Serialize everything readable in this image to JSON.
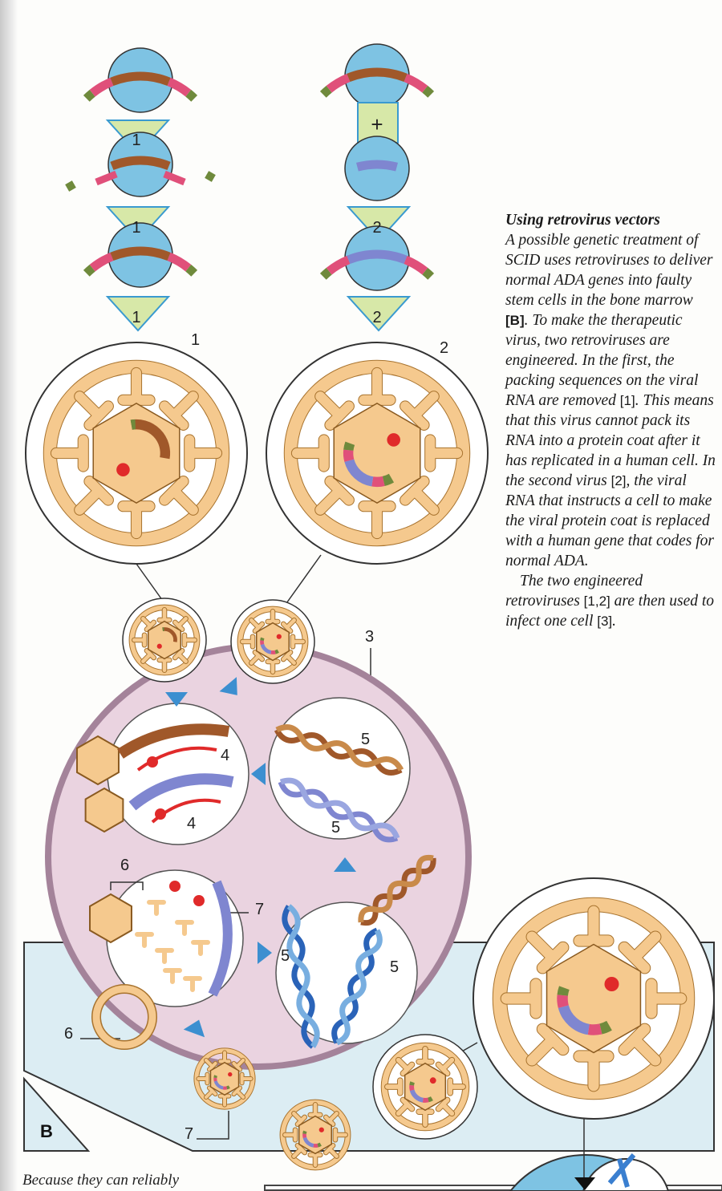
{
  "caption": {
    "title": "Using retrovirus vectors",
    "p1_a": "A possible genetic treatment of SCID uses retroviruses to deliver normal ADA genes into faulty stem cells in the bone marrow ",
    "p1_ref_b": "[B]",
    "p1_b": ". To make the therapeutic virus, two retroviruses are engineered. In the first, the packing sequences on the viral RNA are removed ",
    "p1_ref_1": "[1]",
    "p1_c": ". This means that this virus cannot pack its RNA into a protein coat after it has replicated in a human cell. In the second virus ",
    "p1_ref_2": "[2]",
    "p1_d": ", the viral RNA that instructs a cell to make the viral protein coat is replaced with a human gene that codes for normal ADA.",
    "p2_a": "The two engineered retroviruses ",
    "p2_ref_12": "[1,2]",
    "p2_b": " are then used to infect one cell ",
    "p2_ref_3": "[3]",
    "p2_c": "."
  },
  "diagram": {
    "panel_label": "B",
    "step_labels": {
      "tri_1a": "1",
      "tri_1b": "1",
      "tri_1c": "1",
      "plus": "+",
      "tri_2a": "2",
      "tri_2b": "2",
      "virus_1": "1",
      "virus_2": "2",
      "cell_3": "3",
      "step_4a": "4",
      "step_4b": "4",
      "step_5a": "5",
      "step_5b": "5",
      "step_5c": "5",
      "step_5d": "5",
      "step_6a": "6",
      "step_6b": "6",
      "step_7a": "7",
      "step_7b": "7"
    },
    "colors": {
      "blue_cell": "#7ec3e3",
      "coat": "#f5c98e",
      "coat_stroke": "#a8732e",
      "cell_fill": "#ead3e0",
      "cell_stroke": "#a4839a",
      "panel": "#dcedf3",
      "rna_brown": "#a0582a",
      "rna_blue": "#7f86d0",
      "rna_pink": "#e0507a",
      "rna_green": "#6f8a3c",
      "red": "#e02a2a"
    }
  },
  "bottom_text": "Because they can reliably"
}
